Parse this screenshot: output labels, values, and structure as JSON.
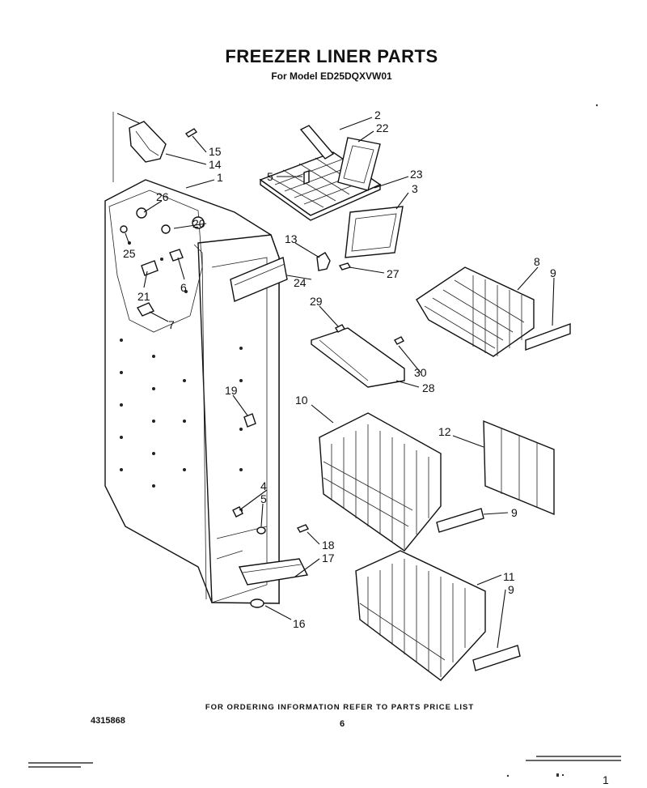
{
  "title": "FREEZER LINER PARTS",
  "subtitle": "For Model ED25DQXVW01",
  "footer": "FOR ORDERING INFORMATION REFER TO PARTS PRICE LIST",
  "doc_number": "4315868",
  "page_number": "6",
  "page_mark": "1",
  "callouts": {
    "c1": "1",
    "c2": "2",
    "c3": "3",
    "c4": "4",
    "c5a": "5",
    "c5b": "5",
    "c6": "6",
    "c7": "7",
    "c8": "8",
    "c9a": "9",
    "c9b": "9",
    "c9c": "9",
    "c10": "10",
    "c11": "11",
    "c12": "12",
    "c13": "13",
    "c14": "14",
    "c15": "15",
    "c16": "16",
    "c17": "17",
    "c18": "18",
    "c19": "19",
    "c20": "20",
    "c21": "21",
    "c22": "22",
    "c23": "23",
    "c24": "24",
    "c25": "25",
    "c26": "26",
    "c27": "27",
    "c28": "28",
    "c29": "29",
    "c30": "30"
  }
}
